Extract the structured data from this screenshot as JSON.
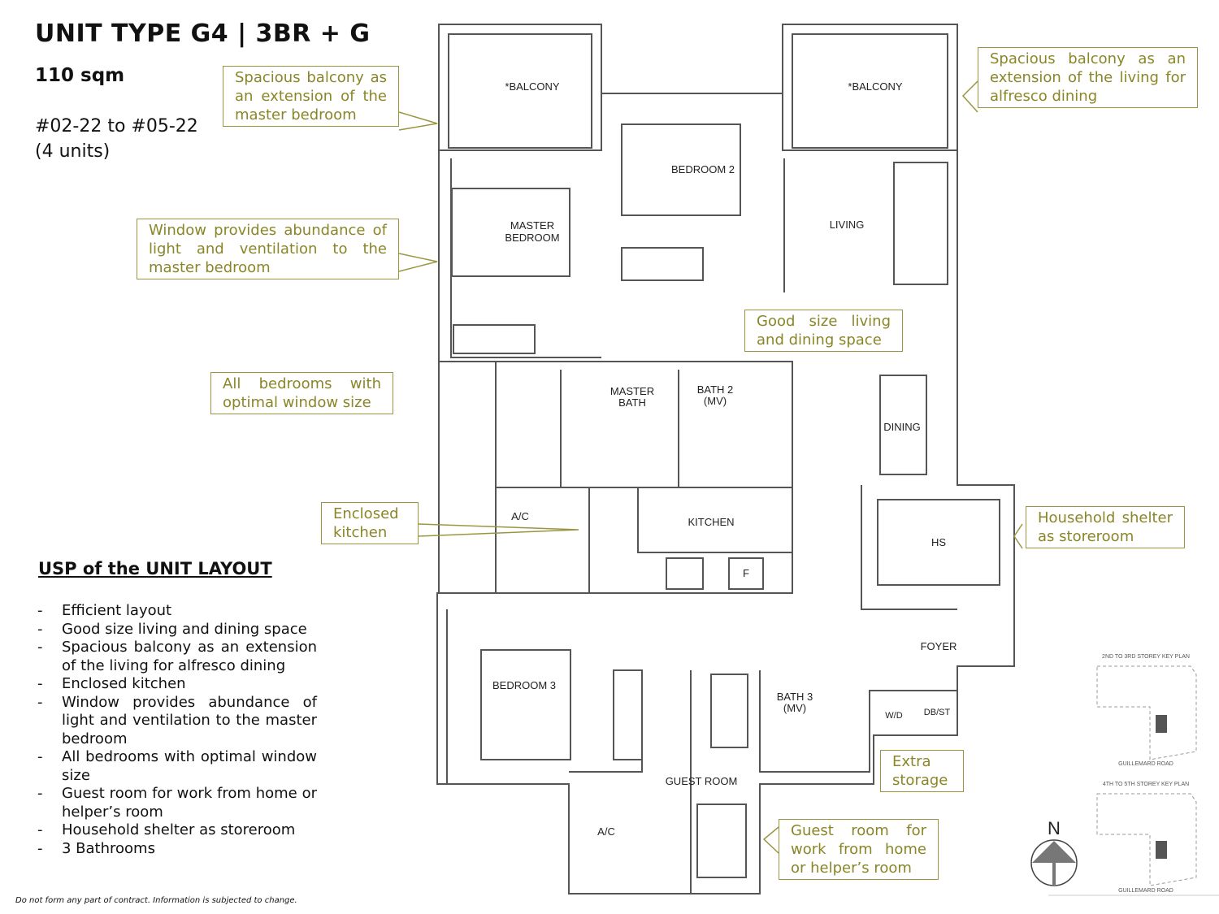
{
  "header": {
    "title": "UNIT TYPE G4 | 3BR + G",
    "area": "110 sqm",
    "unit_range": "#02-22 to #05-22",
    "unit_count": "(4 units)"
  },
  "callouts": {
    "master_balcony": "Spacious balcony as an extension of the master bedroom",
    "living_balcony": "Spacious balcony as an extension of the living for alfresco dining",
    "window": "Window provides abundance of light and ventilation to the master bedroom",
    "living_dining": "Good size living and dining space",
    "bedrooms_window": "All bedrooms with optimal window size",
    "kitchen": "Enclosed kitchen",
    "shelter": "Household shelter as storeroom",
    "storage": "Extra storage",
    "guest": "Guest room for work from home or helper’s room"
  },
  "rooms": {
    "balcony1": "*BALCONY",
    "balcony2": "*BALCONY",
    "bedroom2": "BEDROOM 2",
    "master_bedroom_1": "MASTER",
    "master_bedroom_2": "BEDROOM",
    "living": "LIVING",
    "master_bath_1": "MASTER",
    "master_bath_2": "BATH",
    "bath2_1": "BATH 2",
    "bath2_2": "(MV)",
    "dining": "DINING",
    "ac1": "A/C",
    "kitchen": "KITCHEN",
    "hs": "HS",
    "fridge": "F",
    "foyer": "FOYER",
    "bedroom3": "BEDROOM 3",
    "bath3_1": "BATH 3",
    "bath3_2": "(MV)",
    "wd": "W/D",
    "dbst": "DB/ST",
    "guest_room": "GUEST ROOM",
    "ac2": "A/C"
  },
  "usp": {
    "title": "USP of the UNIT LAYOUT",
    "items": [
      "Efficient layout",
      "Good size living and dining space",
      "Spacious balcony as an extension of the living for alfresco dining",
      "Enclosed kitchen",
      "Window provides abundance of light and ventilation to the master bedroom",
      "All bedrooms with optimal window size",
      "Guest room for work from home or helper’s room",
      "Household shelter as storeroom",
      "3 Bathrooms"
    ]
  },
  "key_plan": {
    "title1": "2ND TO 3RD STOREY KEY PLAN",
    "title2": "4TH TO 5TH STOREY KEY PLAN",
    "road": "GUILLEMARD ROAD",
    "highlight": "22",
    "north": "N"
  },
  "disclaimer": "Do not form any part of contract. Information is subjected to change."
}
